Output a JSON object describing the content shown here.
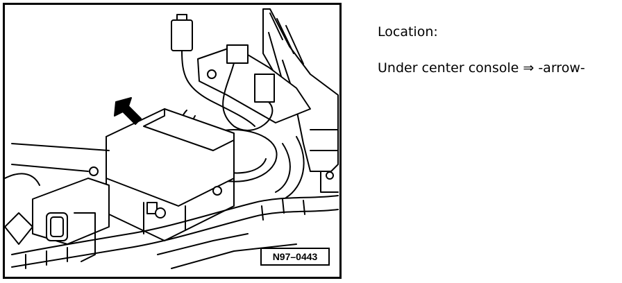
{
  "figure": {
    "reference": "N97–0443",
    "pointer_icon": "arrow-down-left-icon"
  },
  "text": {
    "heading": "Location:",
    "description": "Under center console ⇒ -arrow-"
  }
}
